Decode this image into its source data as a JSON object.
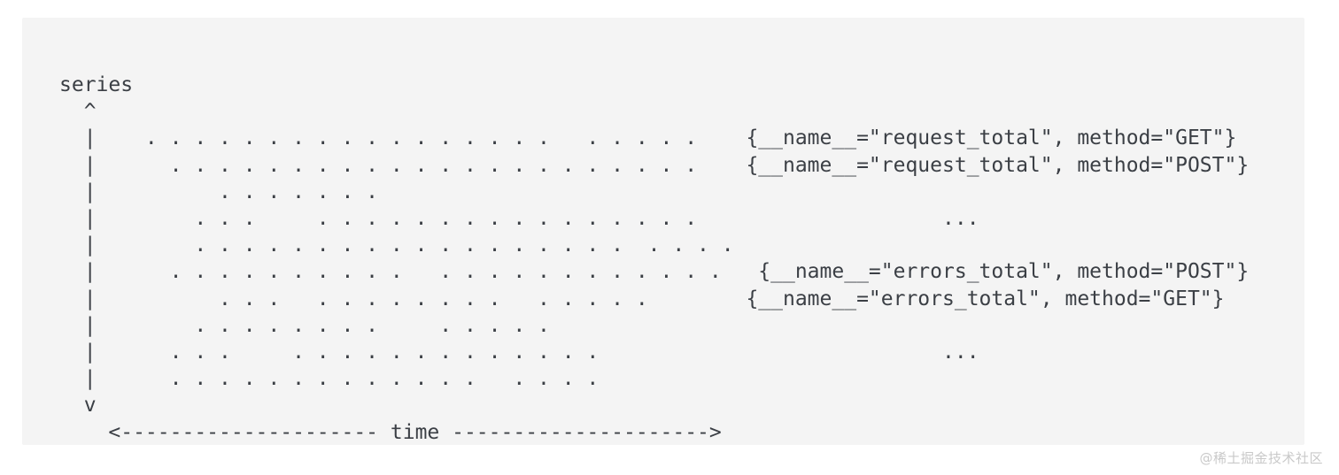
{
  "figure": {
    "kind": "ascii-art-diagram",
    "subject": "prometheus-time-series-grid",
    "background_color": "#f4f4f4",
    "text_color": "#3b3f45",
    "axis": {
      "y_label": "series",
      "y_arrow_head": "^",
      "y_arrow_tail": "v",
      "y_axis_char": "|",
      "x_axis_line": "<--------------------- time --------------------->",
      "x_label": "time"
    },
    "series_labels": [
      {
        "row": 1,
        "text": "{__name__=\"request_total\", method=\"GET\"}"
      },
      {
        "row": 2,
        "text": "{__name__=\"request_total\", method=\"POST\"}"
      },
      {
        "row": 4,
        "text": "..."
      },
      {
        "row": 7,
        "text": "{__name__=\"errors_total\", method=\"POST\"}"
      },
      {
        "row": 8,
        "text": "{__name__=\"errors_total\", method=\"GET\"}"
      },
      {
        "row": 11,
        "text": "..."
      }
    ],
    "ascii": "series\n  ^\n  |    . . . . . . . . . . . . . . . . .   . . . . .    {__name__=\"request_total\", method=\"GET\"}\n  |      . . . . . . . . . . . . . . . . . . . . . .    {__name__=\"request_total\", method=\"POST\"}\n  |          . . . . . . .\n  |        . . .     . . . . . . . . . . . . . . . .                    ...\n  |        . . . . . . . . . . . . . . . . . .  . . . .\n  |      . . . . . . . . . .   . . . . . . . . . . . .   {__name__=\"errors_total\", method=\"POST\"}\n  |          . . .   . . . . . . . .   . . . . .        {__name__=\"errors_total\", method=\"GET\"}\n  |        . . . . . . . .     . . . . .\n  |      . . .     . . . . . . . . . . . . .                            ...\n  |      . . . . . . . . . . . . .   . . . .\n  v\n    <--------------------- time --------------------->"
  },
  "watermark": {
    "text": "@稀土掘金技术社区"
  }
}
